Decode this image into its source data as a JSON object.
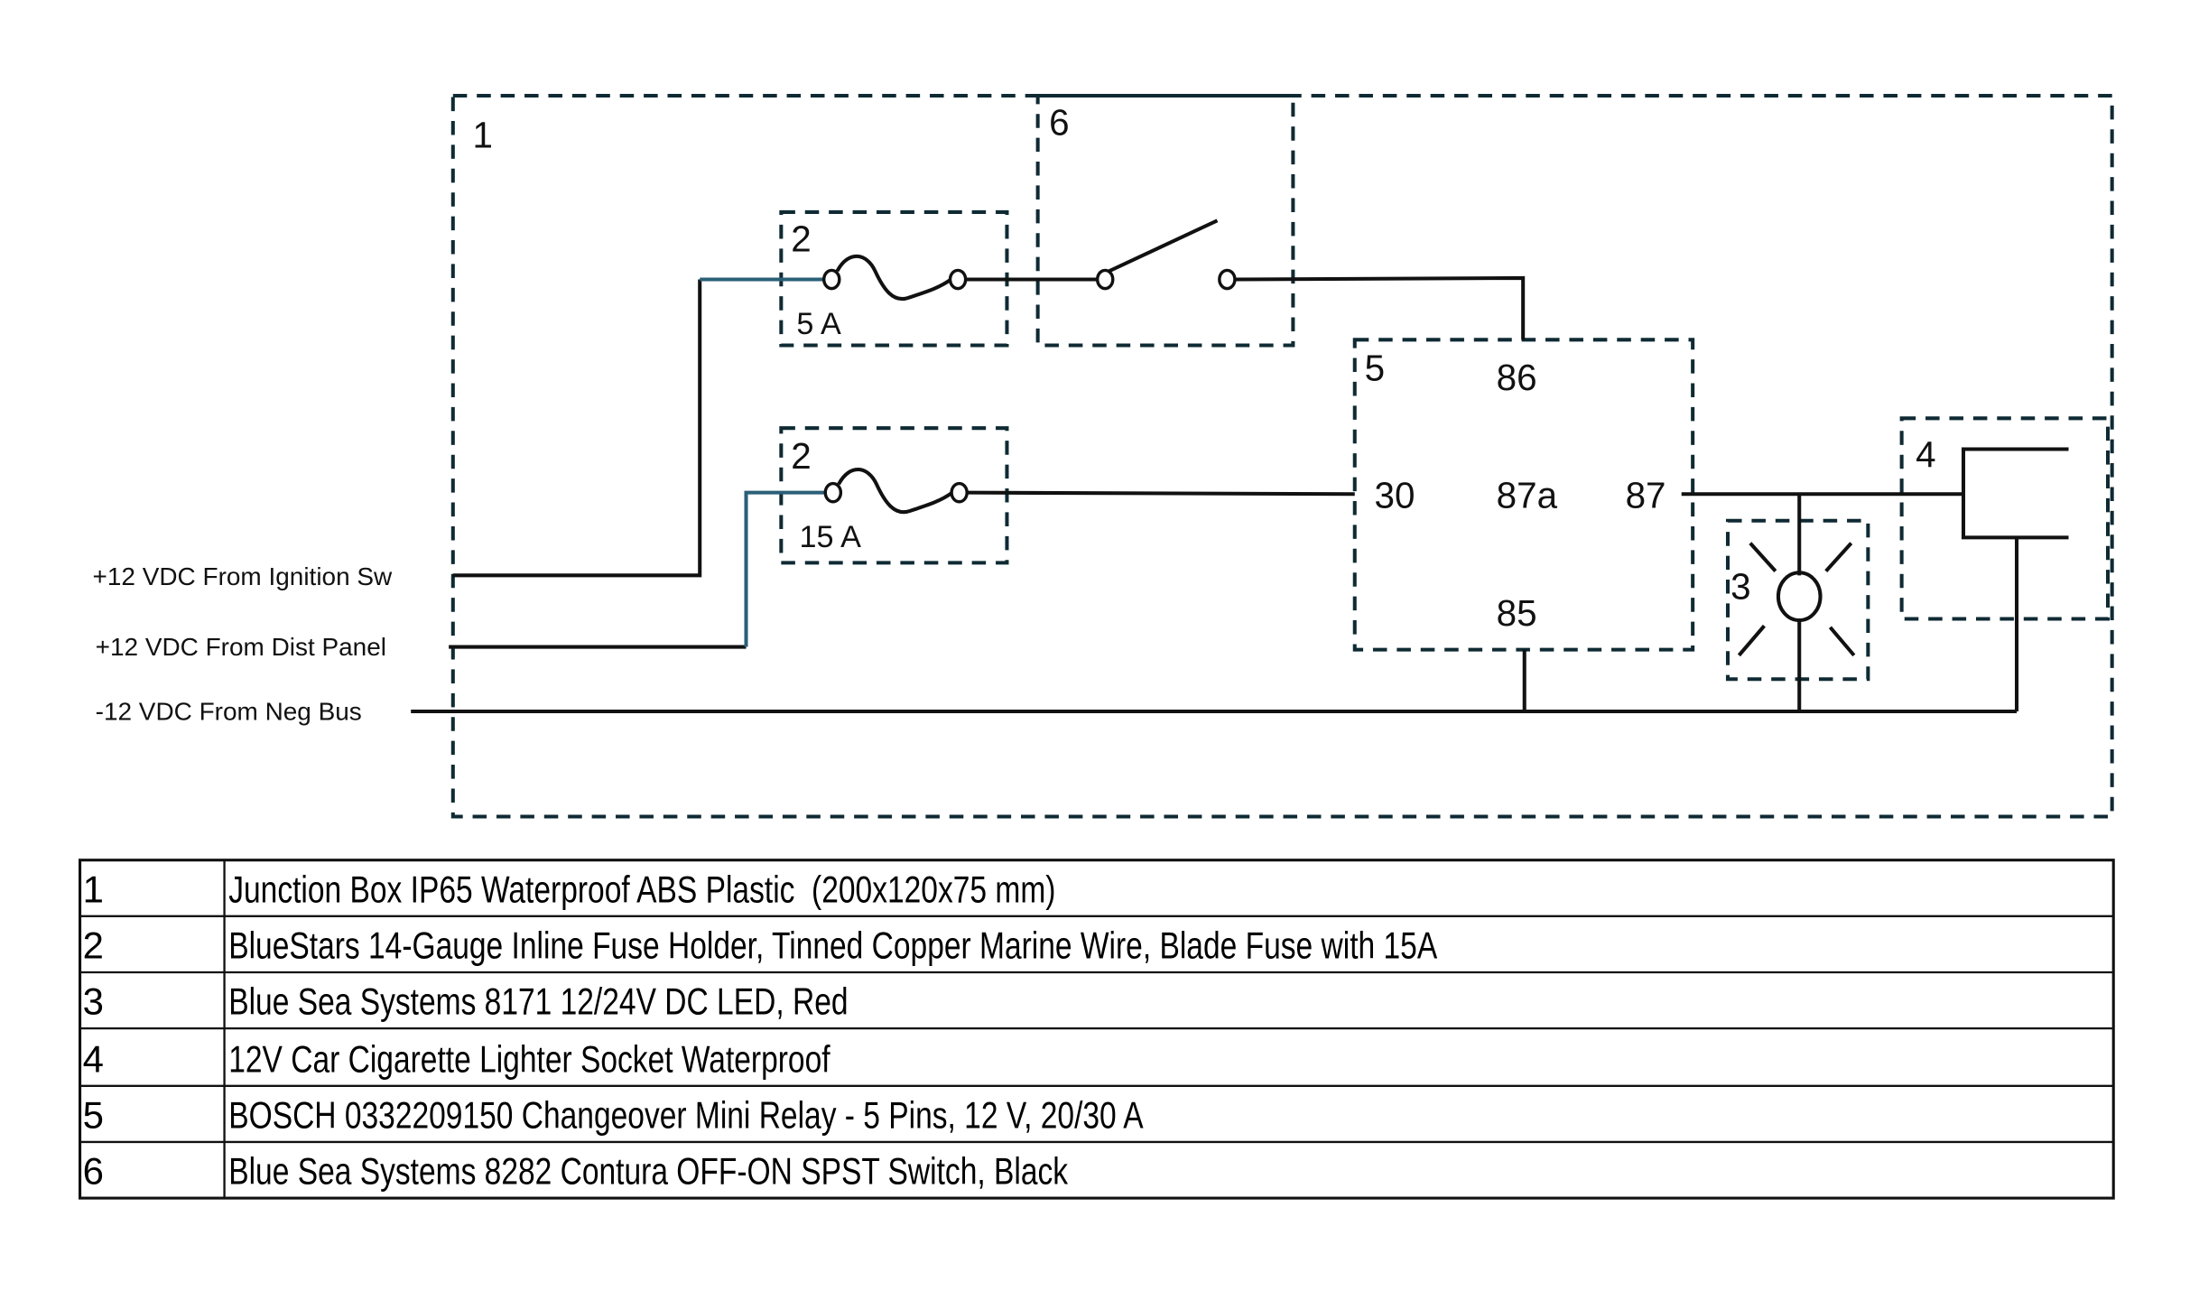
{
  "diagram": {
    "components": {
      "junction_box": {
        "ref": "1"
      },
      "fuse_top": {
        "ref": "2",
        "rating": "5 A"
      },
      "fuse_bottom": {
        "ref": "2",
        "rating": "15 A"
      },
      "led": {
        "ref": "3"
      },
      "socket": {
        "ref": "4"
      },
      "relay": {
        "ref": "5",
        "pins": {
          "p86": "86",
          "p30": "30",
          "p87a": "87a",
          "p87": "87",
          "p85": "85"
        }
      },
      "switch": {
        "ref": "6"
      }
    },
    "sources": {
      "ignition": "+12 VDC From Ignition Sw",
      "dist_panel": "+12 VDC From Dist Panel",
      "neg_bus": "-12 VDC From Neg Bus"
    },
    "colors": {
      "box_stroke": "#0f2a33",
      "wire": "#111111",
      "wire_blue": "#2b5f78"
    }
  },
  "parts_table": {
    "rows": [
      {
        "ref": "1",
        "description": "Junction Box IP65 Waterproof ABS Plastic  (200x120x75 mm)"
      },
      {
        "ref": "2",
        "description": "BlueStars 14-Gauge Inline Fuse Holder, Tinned Copper Marine Wire, Blade Fuse with 15A"
      },
      {
        "ref": "3",
        "description": "Blue Sea Systems 8171 12/24V DC LED, Red"
      },
      {
        "ref": "4",
        "description": "12V Car Cigarette Lighter Socket Waterproof"
      },
      {
        "ref": "5",
        "description": "BOSCH 0332209150 Changeover Mini Relay - 5 Pins, 12 V, 20/30 A"
      },
      {
        "ref": "6",
        "description": "Blue Sea Systems 8282 Contura OFF-ON SPST Switch, Black"
      }
    ]
  }
}
